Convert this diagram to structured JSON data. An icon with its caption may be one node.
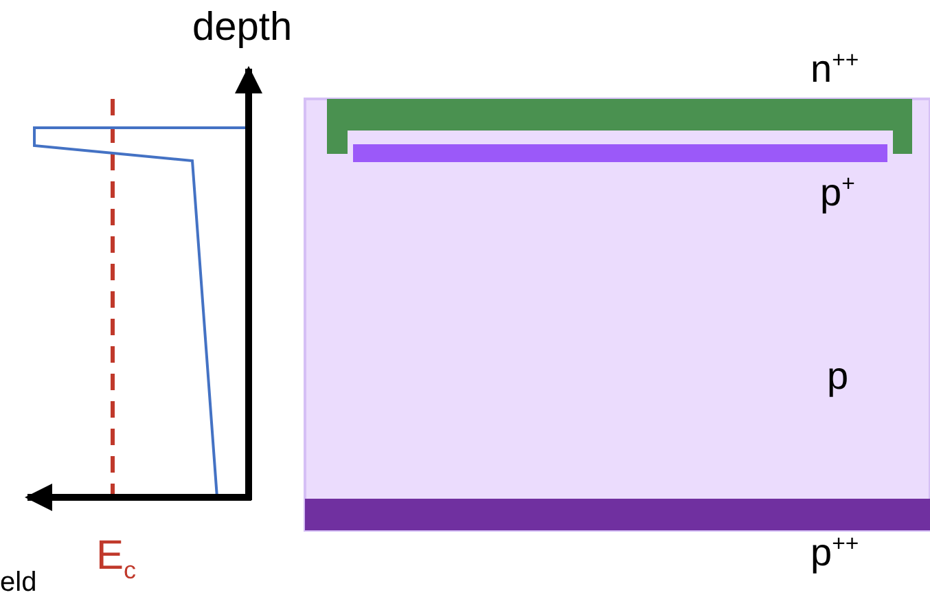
{
  "diagram": {
    "labels": [
      "depth",
      "n$^{++}$",
      "p$^{+}$",
      "p",
      "E$_{c}$",
      "p$^{++}$",
      "eld"
    ]
  }
}
